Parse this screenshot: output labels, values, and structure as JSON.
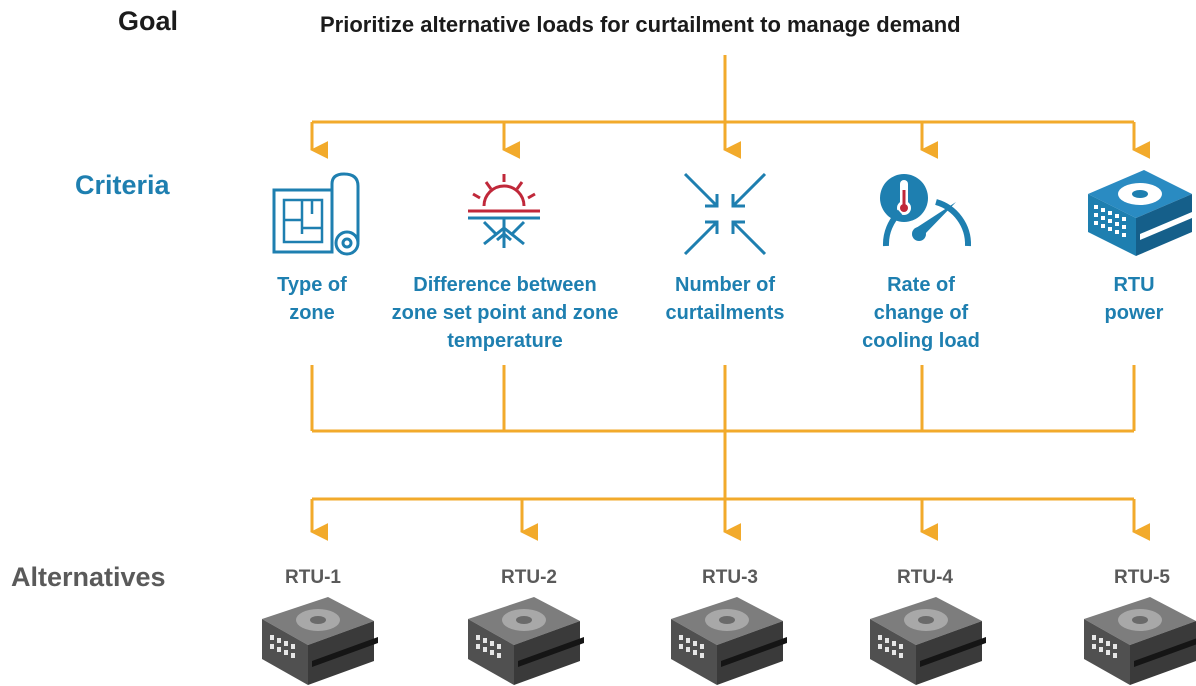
{
  "levels": {
    "goal": "Goal",
    "criteria": "Criteria",
    "alternatives": "Alternatives"
  },
  "goal_text": "Prioritize alternative loads for curtailment to manage demand",
  "criteria": [
    {
      "label": "Type of zone",
      "icon": "blueprint-icon"
    },
    {
      "label": "Difference between zone set point and zone temperature",
      "icon": "sun-snowflake-icon"
    },
    {
      "label": "Number of curtailments",
      "icon": "inward-arrows-icon"
    },
    {
      "label": "Rate of change of cooling load",
      "icon": "thermometer-gauge-icon"
    },
    {
      "label": "RTU power",
      "icon": "rtu-unit-icon"
    }
  ],
  "alternatives": [
    {
      "label": "RTU-1",
      "icon": "rtu-unit-icon"
    },
    {
      "label": "RTU-2",
      "icon": "rtu-unit-icon"
    },
    {
      "label": "RTU-3",
      "icon": "rtu-unit-icon"
    },
    {
      "label": "RTU-4",
      "icon": "rtu-unit-icon"
    },
    {
      "label": "RTU-5",
      "icon": "rtu-unit-icon"
    }
  ],
  "colors": {
    "connector": "#f2aa2b",
    "criteria": "#1e7fb0",
    "accent_red": "#c0283a",
    "alternatives": "#5a5a5a"
  }
}
